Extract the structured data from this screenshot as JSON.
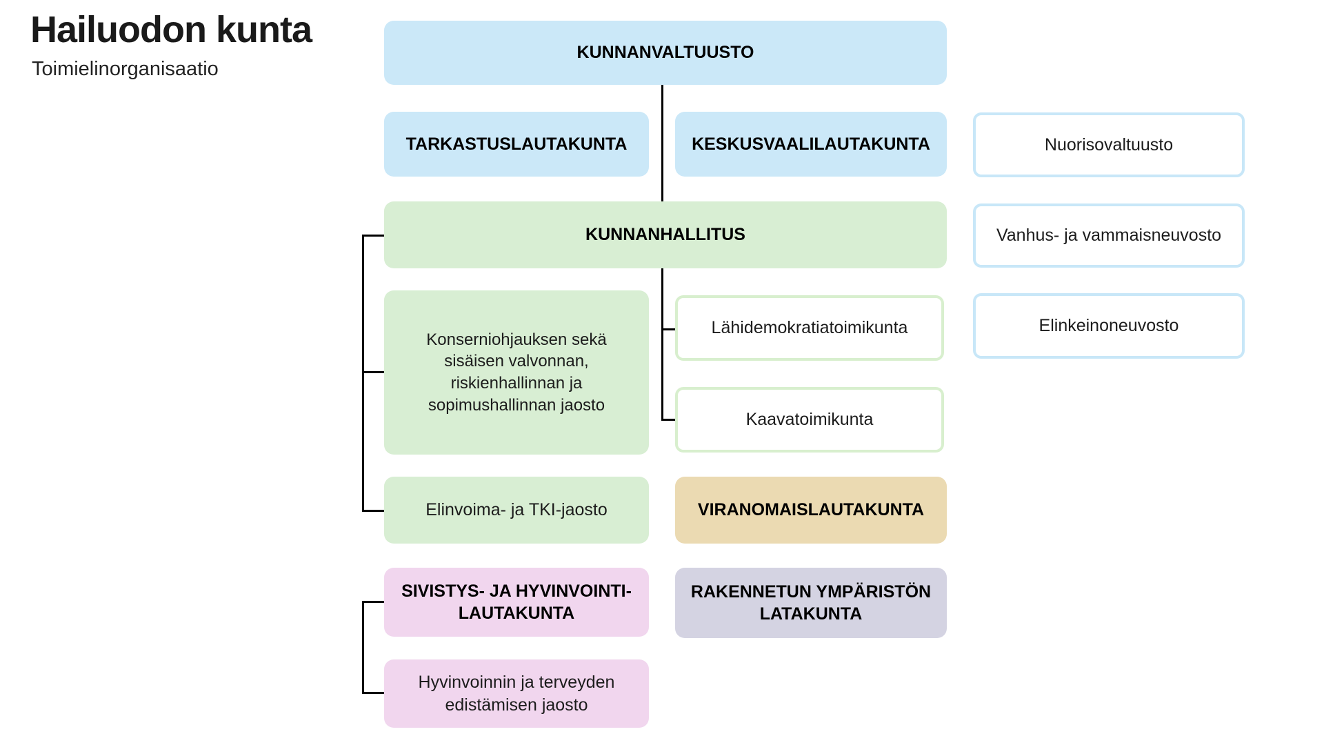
{
  "header": {
    "title": "Hailuodon kunta",
    "subtitle": "Toimielinorganisaatio"
  },
  "colors": {
    "blue_fill": "#cbe8f8",
    "green_fill": "#d8eed3",
    "tan_fill": "#ebdab2",
    "pink_fill": "#f1d6ee",
    "lavender_fill": "#d4d3e2",
    "blue_border": "#c8e7f8",
    "green_border": "#d8efce",
    "connector": "#000000"
  },
  "org": {
    "kunnanvaltuusto": {
      "label": "KUNNANVALTUUSTO"
    },
    "tarkastuslautakunta": {
      "label": "TARKASTUSLAUTAKUNTA"
    },
    "keskusvaalilautakunta": {
      "label": "KESKUSVAALILAUTAKUNTA"
    },
    "nuorisovaltuusto": {
      "label": "Nuorisovaltuusto"
    },
    "kunnanhallitus": {
      "label": "KUNNANHALLITUS"
    },
    "vanhus_ja_vammaisneuvosto": {
      "label": "Vanhus- ja vammaisneuvosto"
    },
    "konserniohjaus_jaosto": {
      "lines": [
        "Konserniohjauksen sekä",
        "sisäisen valvonnan,",
        "riskienhallinnan ja",
        "sopimushallinnan jaosto"
      ]
    },
    "lahidemokratiatoimikunta": {
      "label": "Lähidemokratiatoimikunta"
    },
    "elinkeinoneuvosto": {
      "label": "Elinkeinoneuvosto"
    },
    "kaavatoimikunta": {
      "label": "Kaavatoimikunta"
    },
    "elinvoima_tki_jaosto": {
      "label": "Elinvoima- ja TKI-jaosto"
    },
    "viranomaislautakunta": {
      "label": "VIRANOMAISLAUTAKUNTA"
    },
    "sivistys_hyvinvointilautakunta": {
      "lines": [
        "SIVISTYS- JA HYVINVOINTI-",
        "LAUTAKUNTA"
      ]
    },
    "rakennetun_ympariston_latakunta": {
      "lines": [
        "RAKENNETUN YMPÄRISTÖN",
        "LATAKUNTA"
      ]
    },
    "hyvinvoinnin_jaosto": {
      "lines": [
        "Hyvinvoinnin ja terveyden",
        "edistämisen jaosto"
      ]
    }
  }
}
